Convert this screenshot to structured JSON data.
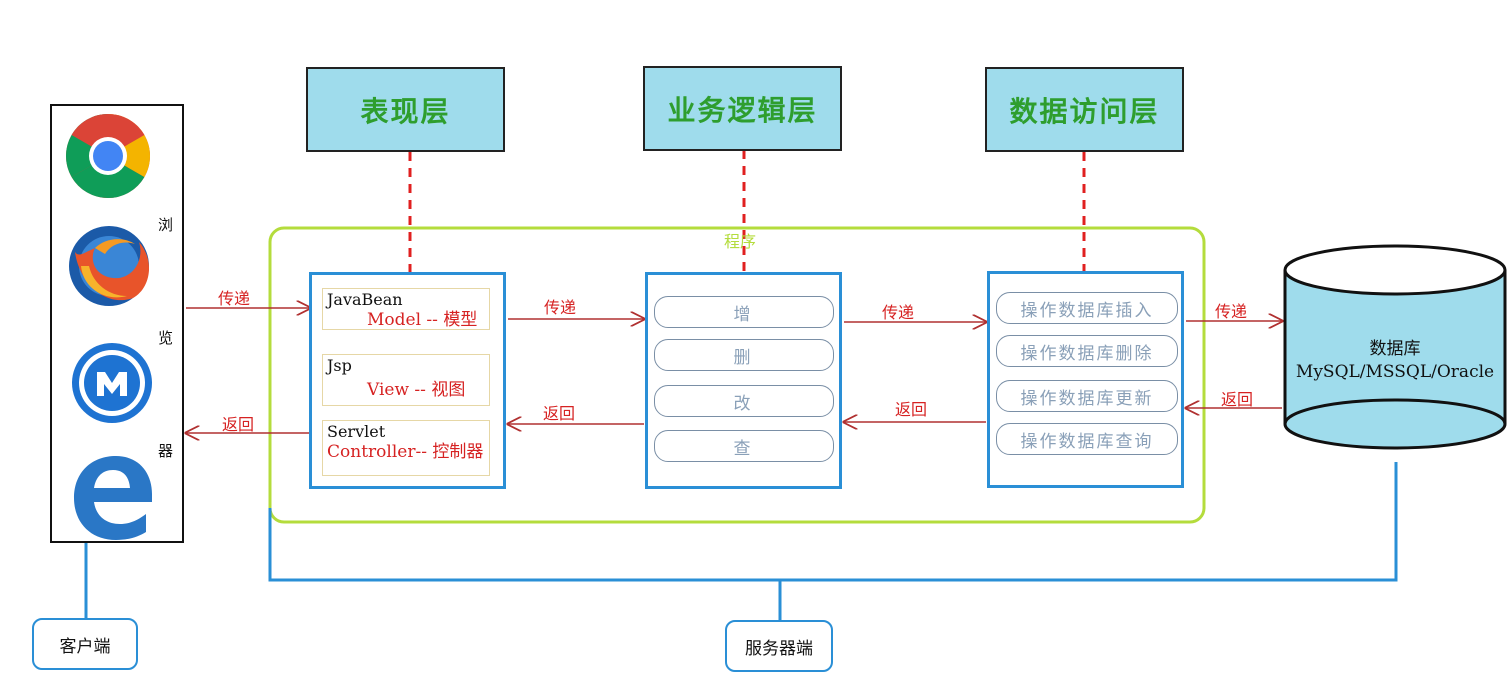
{
  "layers": {
    "presentation": "表现层",
    "business": "业务逻辑层",
    "data_access": "数据访问层"
  },
  "program_label": "程序",
  "browser_label": [
    "浏",
    "览",
    "器"
  ],
  "browser_icons": [
    "chrome-icon",
    "firefox-icon",
    "maxthon-icon",
    "edge-icon"
  ],
  "presentation_panel": {
    "javabean": {
      "name": "JavaBean",
      "role": "Model -- 模型"
    },
    "jsp": {
      "name": "Jsp",
      "role": "View  -- 视图"
    },
    "servlet": {
      "name": "Servlet",
      "role": "Controller-- 控制器"
    }
  },
  "business_ops": [
    "增",
    "删",
    "改",
    "查"
  ],
  "data_ops": [
    "操作数据库插入",
    "操作数据库删除",
    "操作数据库更新",
    "操作数据库查询"
  ],
  "database": {
    "title": "数据库",
    "types": "MySQL/MSSQL/Oracle"
  },
  "flows": {
    "pass": "传递",
    "return": "返回"
  },
  "endpoints": {
    "client": "客户端",
    "server": "服务器端"
  },
  "colors": {
    "layer_fill": "#9fdcec",
    "layer_text": "#2e9e2e",
    "panel_border": "#2a8fd6",
    "program_border": "#b4dc3c",
    "arrow": "#b03030",
    "dashed": "#e02020"
  }
}
